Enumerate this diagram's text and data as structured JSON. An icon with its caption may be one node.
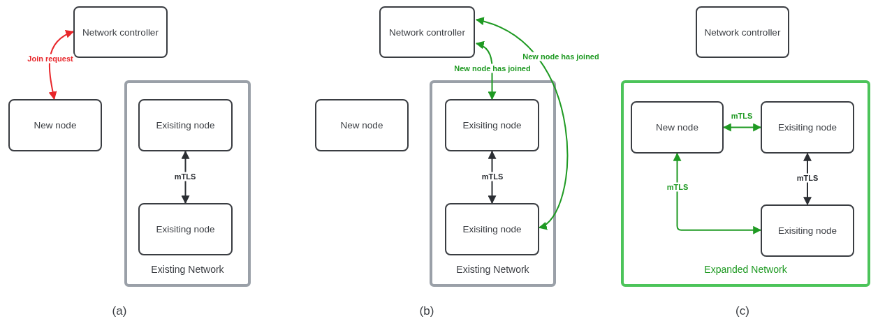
{
  "diagram": {
    "nodes": [
      {
        "text": [
          "Network controller"
        ]
      },
      {
        "text": [
          "New node"
        ]
      },
      {
        "text": [
          "Existing Network"
        ]
      },
      {
        "text": [
          "Exisiting node"
        ],
        "in": 2
      },
      {
        "text": [
          "Exisiting node"
        ],
        "in": 2
      },
      {
        "text": [
          "Network controller"
        ]
      },
      {
        "text": [
          "New node"
        ]
      },
      {
        "text": [
          "Existing Network"
        ]
      },
      {
        "text": [
          "Exisiting node"
        ],
        "in": 7
      },
      {
        "text": [
          "Exisiting node"
        ],
        "in": 7
      },
      {
        "text": [
          "Network controller"
        ]
      },
      {
        "text": [
          "Expanded Network"
        ]
      },
      {
        "text": [
          "New node"
        ],
        "in": 11
      },
      {
        "text": [
          "Exisiting node"
        ],
        "in": 11
      },
      {
        "text": [
          "Exisiting node"
        ],
        "in": 11
      }
    ],
    "edges": [
      {
        "from": 1,
        "to": 0,
        "arrow": "both",
        "label": "Join request",
        "color": "#e8262a"
      },
      {
        "from": 3,
        "to": 4,
        "arrow": "both",
        "label": "mTLS",
        "color": "#2b2e33"
      },
      {
        "from": 8,
        "to": 5,
        "arrow": "both",
        "label": "New node has joined",
        "color": "#1f9a23"
      },
      {
        "from": 9,
        "to": 5,
        "arrow": "both",
        "label": "New node has joined",
        "color": "#1f9a23"
      },
      {
        "from": 8,
        "to": 9,
        "arrow": "both",
        "label": "mTLS",
        "color": "#2b2e33"
      },
      {
        "from": 12,
        "to": 13,
        "arrow": "both",
        "label": "mTLS",
        "color": "#1f9a23"
      },
      {
        "from": 13,
        "to": 14,
        "arrow": "both",
        "label": "mTLS",
        "color": "#2b2e33"
      },
      {
        "from": 12,
        "to": 14,
        "arrow": "both",
        "label": "mTLS",
        "color": "#1f9a23"
      }
    ],
    "labels": [
      "(a)",
      "(b)",
      "(c)"
    ]
  }
}
